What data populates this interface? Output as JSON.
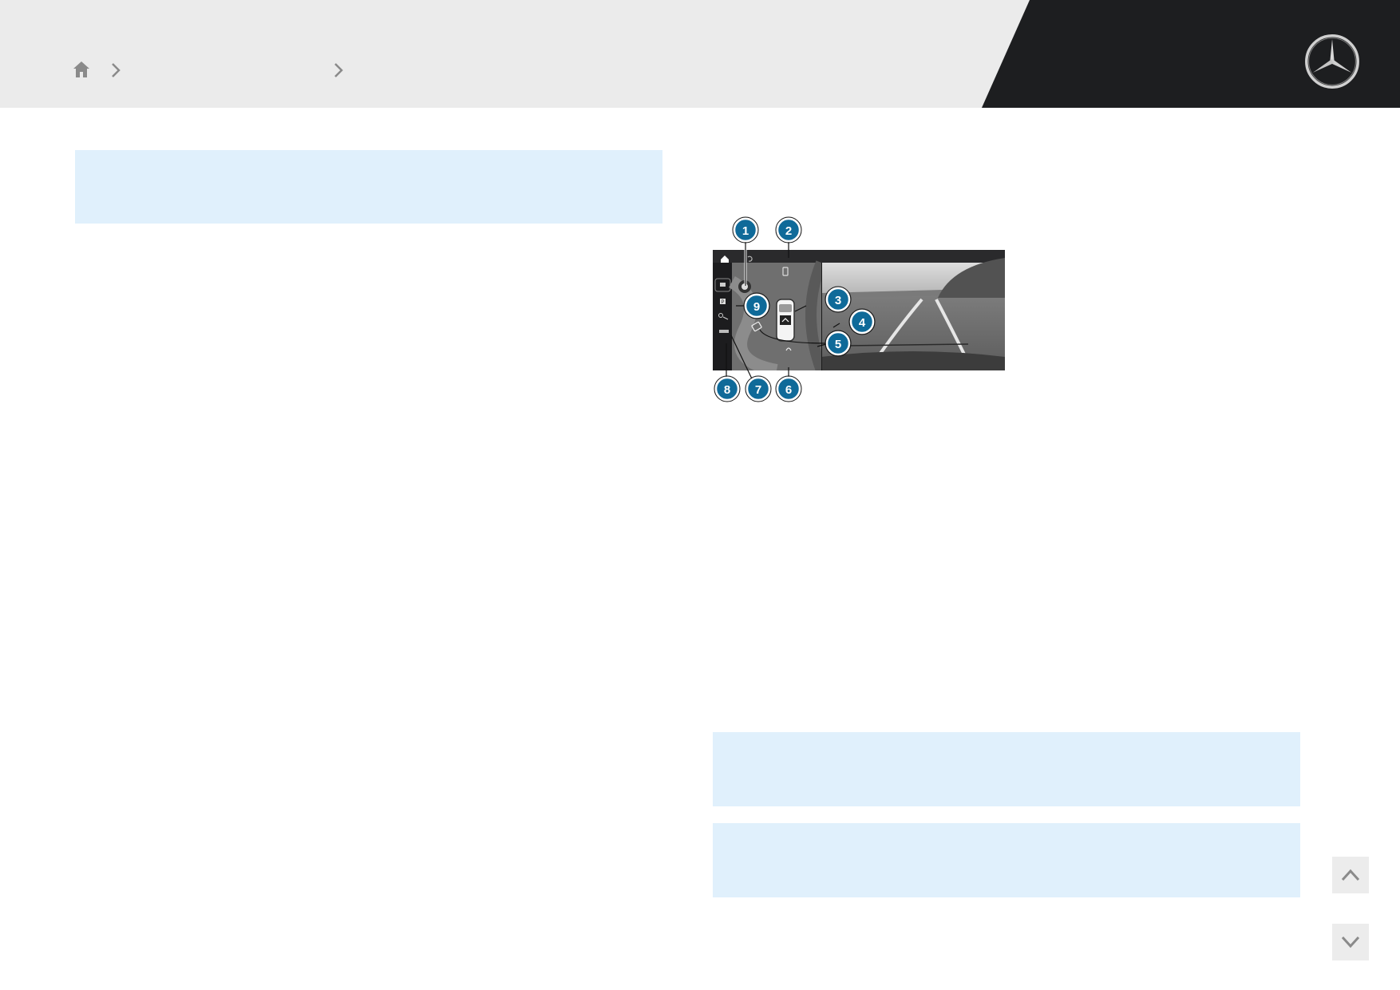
{
  "header": {
    "breadcrumb": [
      {
        "label": "",
        "icon": "home-icon"
      },
      {
        "label": ""
      },
      {
        "label": ""
      }
    ],
    "logo_icon": "mercedes-star-icon"
  },
  "figure": {
    "callouts": [
      "1",
      "2",
      "3",
      "4",
      "5",
      "6",
      "7",
      "8",
      "9"
    ],
    "side_menu_labels": [
      "P"
    ]
  },
  "colors": {
    "header_bg": "#ebebeb",
    "header_dark": "#1d1e20",
    "info_bg": "#e0f0fc",
    "callout": "#0f6a99"
  },
  "nav": {
    "up_icon": "chevron-up-icon",
    "down_icon": "chevron-down-icon"
  }
}
